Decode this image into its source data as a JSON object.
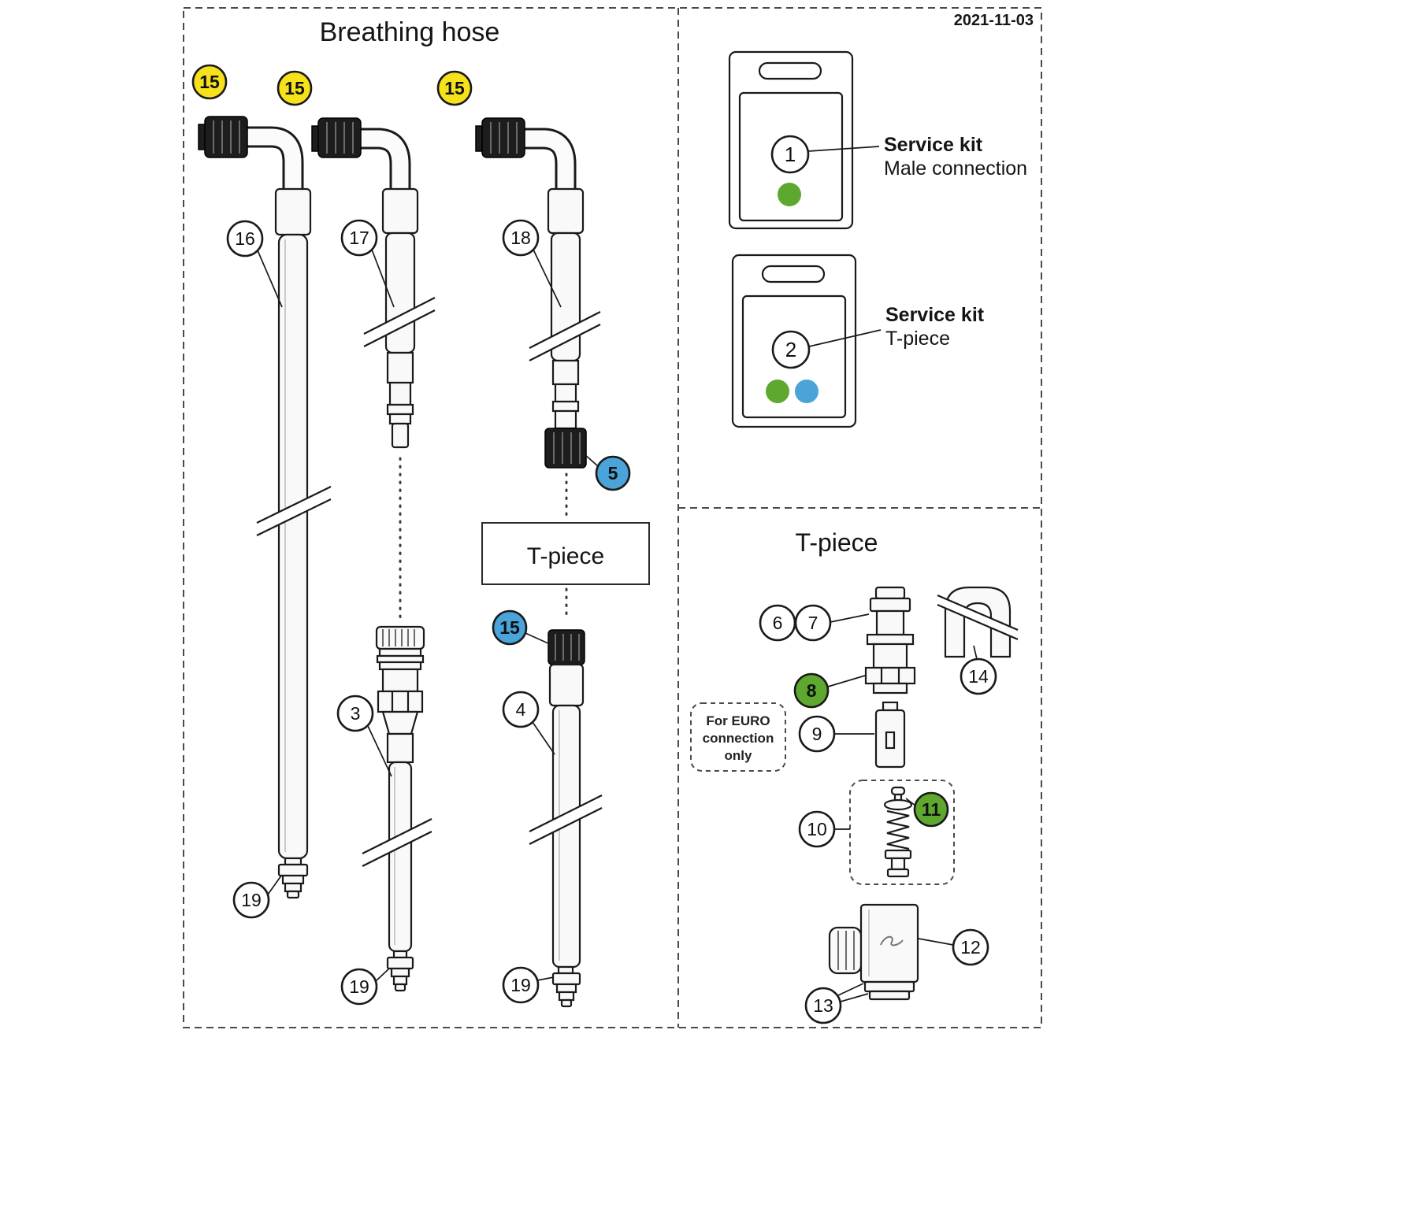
{
  "frame": {
    "date": "2021-11-03"
  },
  "colors": {
    "yellow": "#f5e21d",
    "blue": "#4aa3d9",
    "green": "#5ea82f",
    "outline": "#1a1a1a"
  },
  "breathing_hose": {
    "title": "Breathing hose",
    "t_piece_label": "T-piece"
  },
  "service_kits": [
    {
      "number": "1",
      "title": "Service kit",
      "subtitle": "Male connection"
    },
    {
      "number": "2",
      "title": "Service kit",
      "subtitle": "T-piece"
    }
  ],
  "t_piece": {
    "title": "T-piece",
    "euro_note_line1": "For EURO",
    "euro_note_line2": "connection",
    "euro_note_line3": "only"
  },
  "callouts": [
    {
      "label": "15",
      "style": "yellow"
    },
    {
      "label": "15",
      "style": "yellow"
    },
    {
      "label": "15",
      "style": "yellow"
    },
    {
      "label": "16",
      "style": "plain"
    },
    {
      "label": "17",
      "style": "plain"
    },
    {
      "label": "18",
      "style": "plain"
    },
    {
      "label": "3",
      "style": "plain"
    },
    {
      "label": "4",
      "style": "plain"
    },
    {
      "label": "5",
      "style": "blue"
    },
    {
      "label": "15",
      "style": "blue"
    },
    {
      "label": "19",
      "style": "plain"
    },
    {
      "label": "19",
      "style": "plain"
    },
    {
      "label": "19",
      "style": "plain"
    },
    {
      "label": "6",
      "style": "plain"
    },
    {
      "label": "7",
      "style": "plain"
    },
    {
      "label": "8",
      "style": "green"
    },
    {
      "label": "9",
      "style": "plain"
    },
    {
      "label": "10",
      "style": "plain"
    },
    {
      "label": "11",
      "style": "green"
    },
    {
      "label": "12",
      "style": "plain"
    },
    {
      "label": "13",
      "style": "plain"
    },
    {
      "label": "14",
      "style": "plain"
    }
  ]
}
